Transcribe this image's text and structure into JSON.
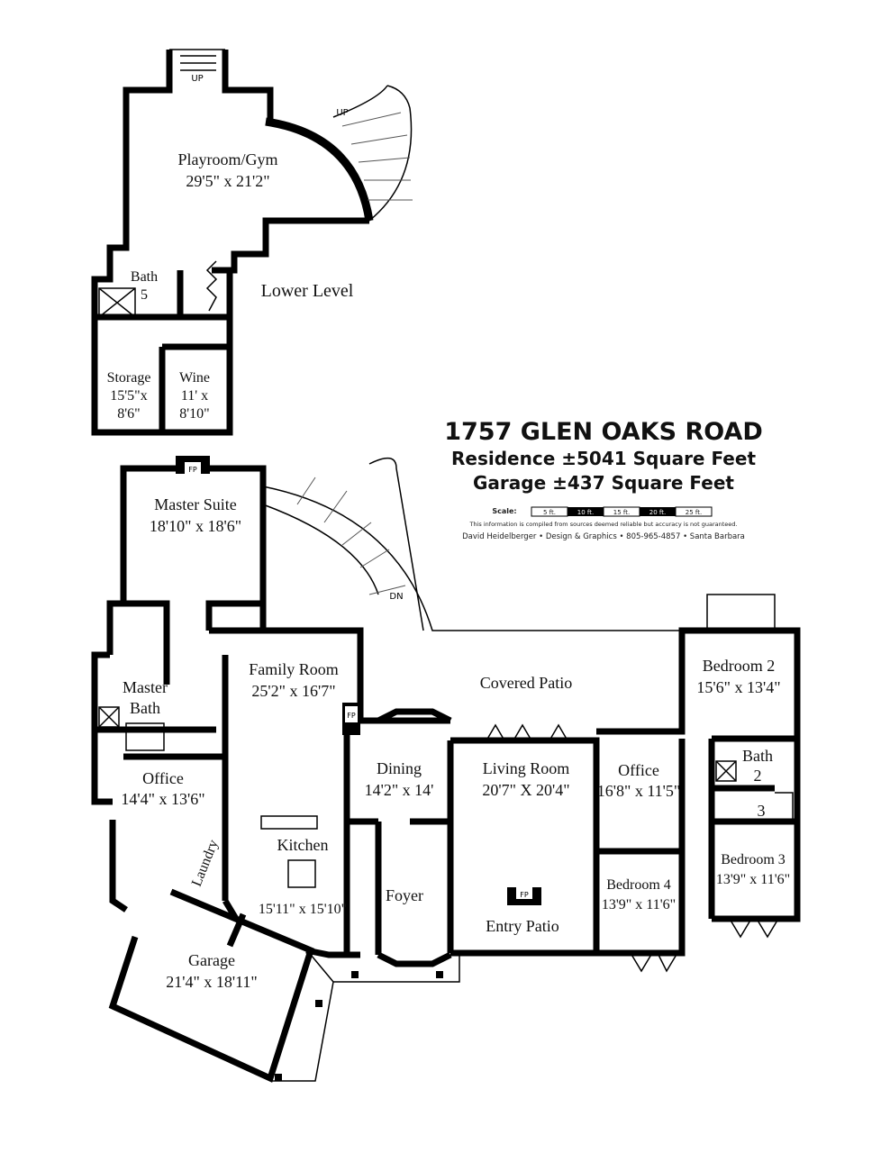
{
  "title_block": {
    "address": "1757 GLEN OAKS ROAD",
    "residence": "Residence ±5041 Square Feet",
    "garage": "Garage ±437 Square Feet",
    "scale_label": "Scale:",
    "scale_steps": [
      "5 ft.",
      "10 ft.",
      "15 ft.",
      "20 ft.",
      "25 ft."
    ],
    "disclaimer": "This information is compiled from sources deemed reliable but accuracy is not guaranteed.",
    "credit": "David Heidelberger • Design & Graphics • 805-965-4857 • Santa Barbara"
  },
  "lower_level": {
    "label": "Lower Level",
    "rooms": [
      {
        "name": "Playroom/Gym",
        "size": "29'5\" x 21'2\""
      },
      {
        "name": "Bath",
        "size": "5"
      },
      {
        "name": "Storage",
        "size": "15'5\"x",
        "size2": "8'6\""
      },
      {
        "name": "Wine",
        "size": "11' x",
        "size2": "8'10\""
      }
    ],
    "stair_labels": [
      "UP",
      "UP"
    ]
  },
  "main_level": {
    "rooms": [
      {
        "name": "Master Suite",
        "size": "18'10\" x 18'6\""
      },
      {
        "name": "Family Room",
        "size": "25'2\" x 16'7\""
      },
      {
        "name": "Master",
        "size": "Bath"
      },
      {
        "name": "Office",
        "size": "14'4\" x 13'6\""
      },
      {
        "name": "Covered Patio"
      },
      {
        "name": "Bedroom 2",
        "size": "15'6\" x 13'4\""
      },
      {
        "name": "Bath",
        "size": "2"
      },
      {
        "name": "3"
      },
      {
        "name": "Dining",
        "size": "14'2\" x 14'"
      },
      {
        "name": "Living Room",
        "size": "20'7\" X 20'4\""
      },
      {
        "name": "Office",
        "size": "16'8\" x 11'5\""
      },
      {
        "name": "Bedroom 3",
        "size": "13'9\" x 11'6\""
      },
      {
        "name": "Kitchen",
        "size": "15'11\" x 15'10\""
      },
      {
        "name": "Laundry"
      },
      {
        "name": "Foyer"
      },
      {
        "name": "Bedroom 4",
        "size": "13'9\" x 11'6\""
      },
      {
        "name": "Entry Patio"
      },
      {
        "name": "Garage",
        "size": "21'4\" x 18'11\""
      }
    ],
    "fireplace_labels": [
      "FP",
      "FP",
      "FP"
    ],
    "stair_label": "DN"
  }
}
